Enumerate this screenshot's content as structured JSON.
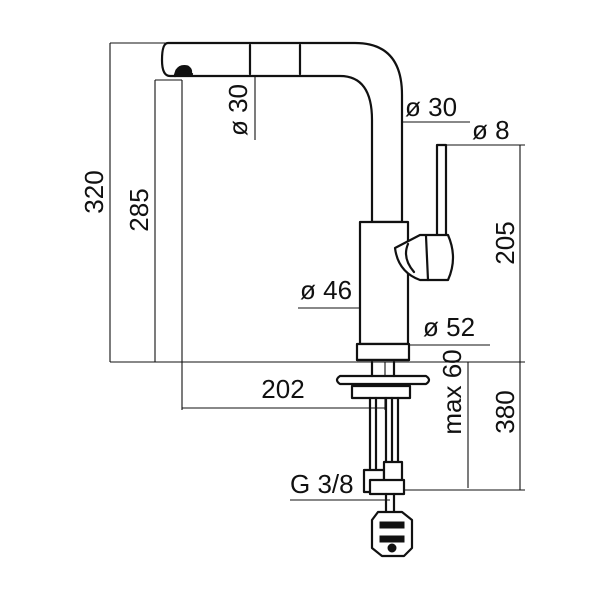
{
  "drawing": {
    "dimensions": {
      "total_height": "320",
      "spout_height": "285",
      "spout_diameter": "ø 30",
      "pipe_diameter": "ø 30",
      "lever_diameter": "ø 8",
      "lever_height": "205",
      "body_diameter": "ø 46",
      "base_diameter": "ø 52",
      "reach": "202",
      "max_thickness": "max 60",
      "hose_length": "380",
      "connection": "G 3/8"
    }
  }
}
